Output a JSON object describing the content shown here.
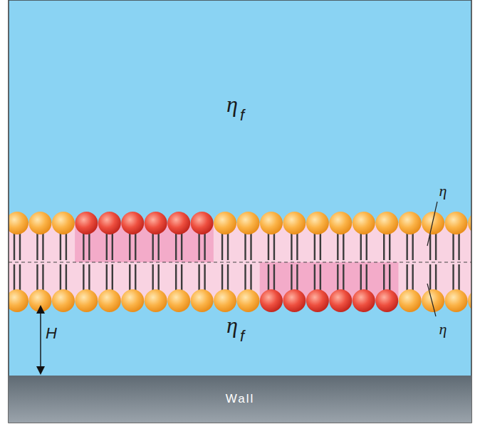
{
  "diagram": {
    "nodes": [
      {
        "text": [
          "Wall"
        ]
      }
    ],
    "labels": [
      "η",
      "f",
      "η",
      "η",
      "η",
      "f",
      "H"
    ]
  }
}
